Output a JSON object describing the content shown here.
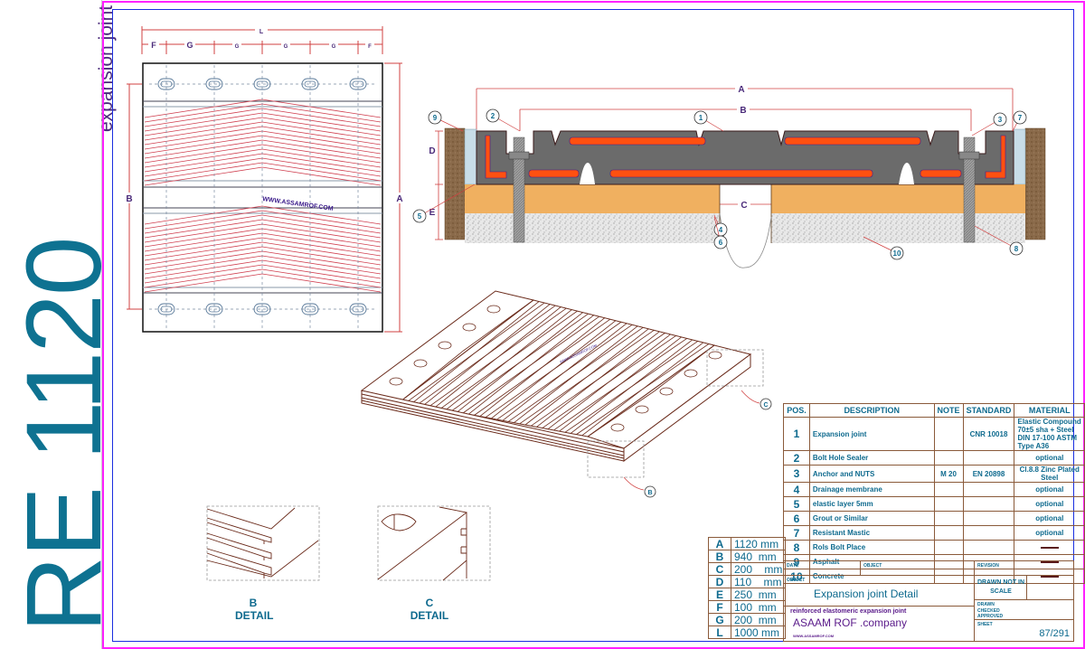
{
  "side": {
    "subtitle": "expansion joint",
    "code": "RE 1120"
  },
  "colors": {
    "frame_outer": "#ff20ff",
    "frame_inner": "#1a2ee0",
    "accent_teal": "#0e7291",
    "dimension_red": "#d04040",
    "joint_gray": "#6b6b6b",
    "steel_orange": "#ff5010",
    "grout_tan": "#f0b060",
    "asphalt_brown": "#8a6a4a"
  },
  "plan_view": {
    "dims_top": [
      "L"
    ],
    "dims_row": [
      "F",
      "G",
      "G",
      "G",
      "G",
      "F"
    ],
    "dim_left": "B",
    "dim_right": "A",
    "watermark": "WWW.ASSAMROF.COM",
    "bolt_holes_per_row": 5
  },
  "section_view": {
    "dims": {
      "a": "A",
      "b": "B",
      "c": "C",
      "d": "D",
      "e": "E"
    },
    "callouts": [
      "1",
      "2",
      "3",
      "4",
      "5",
      "6",
      "7",
      "8",
      "9",
      "10"
    ]
  },
  "iso_view": {
    "callouts": [
      "B",
      "C"
    ],
    "watermark": "WWW.ASSAMROF.COM"
  },
  "details": [
    {
      "letter": "B",
      "label": "DETAIL"
    },
    {
      "letter": "C",
      "label": "DETAIL"
    }
  ],
  "parts_table": {
    "headers": {
      "pos": "POS.",
      "description": "DESCRIPTION",
      "note": "NOTE",
      "standard": "STANDARD",
      "material": "MATERIAL"
    },
    "rows": [
      {
        "pos": "1",
        "description": "Expansion joint",
        "note": "",
        "standard": "CNR 10018",
        "material": "Elastic Compound 70±5 sha + Steel  DIN 17-100 ASTM Type A36"
      },
      {
        "pos": "2",
        "description": "Bolt Hole Sealer",
        "note": "",
        "standard": "",
        "material": "optional"
      },
      {
        "pos": "3",
        "description": "Anchor and NUTS",
        "note": "M 20",
        "standard": "EN 20898",
        "material": "Cl.8.8 Zinc Plated Steel"
      },
      {
        "pos": "4",
        "description": "Drainage membrane",
        "note": "",
        "standard": "",
        "material": "optional"
      },
      {
        "pos": "5",
        "description": "elastic layer 5mm",
        "note": "",
        "standard": "",
        "material": "optional"
      },
      {
        "pos": "6",
        "description": "Grout or Similar",
        "note": "",
        "standard": "",
        "material": "optional"
      },
      {
        "pos": "7",
        "description": "Resistant Mastic",
        "note": "",
        "standard": "",
        "material": "optional"
      },
      {
        "pos": "8",
        "description": "Rols Bolt Place",
        "note": "",
        "standard": "",
        "material": "—"
      },
      {
        "pos": "9",
        "description": "Asphalt",
        "note": "",
        "standard": "",
        "material": "—"
      },
      {
        "pos": "10",
        "description": "Concrete",
        "note": "",
        "standard": "",
        "material": "—"
      }
    ]
  },
  "dimensions_table": [
    {
      "key": "A",
      "value": "1120 mm"
    },
    {
      "key": "B",
      "value": "940  mm"
    },
    {
      "key": "C",
      "value": "200    mm"
    },
    {
      "key": "D",
      "value": "110    mm"
    },
    {
      "key": "E",
      "value": "250  mm"
    },
    {
      "key": "F",
      "value": "100  mm"
    },
    {
      "key": "G",
      "value": "200  mm"
    },
    {
      "key": "L",
      "value": "1000 mm"
    }
  ],
  "title_block": {
    "date_label": "DATE",
    "object_label_top": "OBJECT",
    "revision_label": "REVISION",
    "object_label": "OBJECT",
    "object_title": "Expansion joint Detail",
    "drawn_note": "DRAWN NOT IN SCALE",
    "description": "reinforced elastomeric  expansion joint",
    "company": "ASAAM ROF .company",
    "website": "WWW.ASSAMROF.COM",
    "small_labels": [
      "DRAWN",
      "CHECKED",
      "APPROVED"
    ],
    "sheet_label": "SHEET",
    "sheet": "87/291"
  }
}
